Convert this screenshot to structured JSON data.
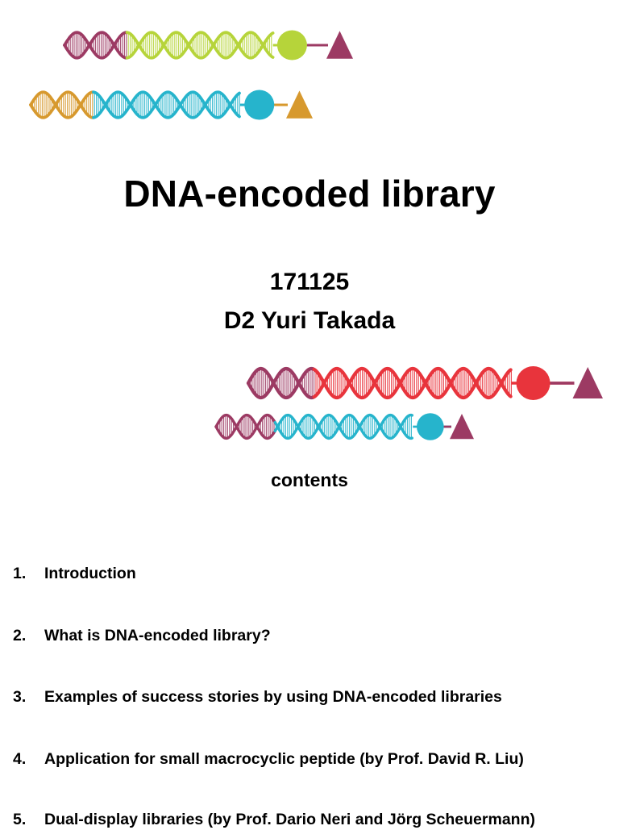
{
  "title": "DNA-encoded library",
  "date": "171125",
  "author": "D2 Yuri Takada",
  "contents_heading": "contents",
  "toc": [
    {
      "number": "1.",
      "text": "Introduction"
    },
    {
      "number": "2.",
      "text": "What is DNA-encoded library?"
    },
    {
      "number": "3.",
      "text": "Examples of success stories by using DNA-encoded libraries"
    },
    {
      "number": "4.",
      "text": "Application for small macrocyclic peptide (by Prof. David R. Liu)"
    },
    {
      "number": "5.",
      "text": "Dual-display libraries (by Prof. Dario Neri and Jörg Scheuermann)"
    }
  ],
  "illustrations": [
    {
      "name": "dna-helix-1",
      "segments": [
        "#9c3a63",
        "#b6d43a"
      ],
      "ball": "#b6d43a",
      "triangle": "#9c3a63"
    },
    {
      "name": "dna-helix-2",
      "segments": [
        "#d7992e",
        "#26b4cc"
      ],
      "ball": "#26b4cc",
      "triangle": "#d7992e"
    },
    {
      "name": "dna-helix-3",
      "segments": [
        "#9c3a63",
        "#e8343c"
      ],
      "ball": "#e8343c",
      "triangle": "#9c3a63"
    },
    {
      "name": "dna-helix-4",
      "segments": [
        "#9c3a63",
        "#26b4cc"
      ],
      "ball": "#26b4cc",
      "triangle": "#9c3a63"
    }
  ]
}
